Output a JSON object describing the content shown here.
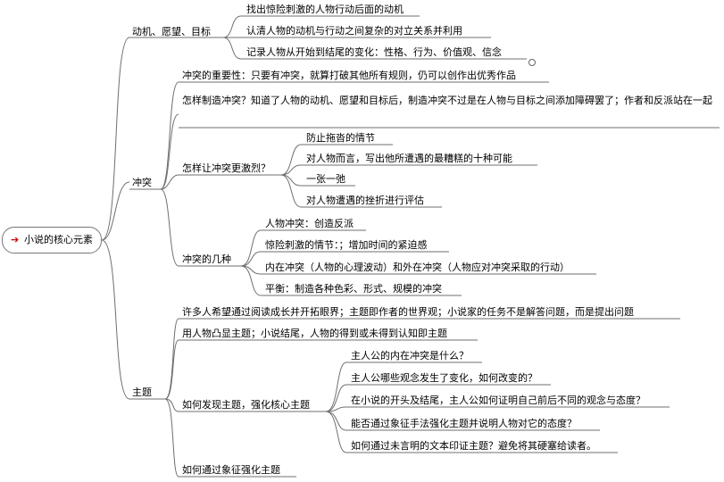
{
  "root": {
    "label": "小说的核心元素",
    "icon": "red-arrow-icon"
  },
  "branches": [
    {
      "label": "动机、愿望、目标",
      "children": [
        {
          "label": "找出惊险刺激的人物行动后面的动机"
        },
        {
          "label": "认清人物的动机与行动之间复杂的对立关系并利用"
        },
        {
          "label": "记录人物从开始到结尾的变化：性格、行为、价值观、信念"
        }
      ]
    },
    {
      "label": "冲突",
      "children": [
        {
          "label": "冲突的重要性：只要有冲突，就算打破其他所有规则，仍可以创作出优秀作品"
        },
        {
          "label": "怎样制造冲突？知道了人物的动机、愿望和目标后，制造冲突不过是在人物与目标之间添加障碍罢了；作者和反派站在一起"
        },
        {
          "label": "怎样让冲突更激烈？",
          "children": [
            {
              "label": "防止拖沓的情节"
            },
            {
              "label": "对人物而言，写出他所遭遇的最糟糕的十种可能"
            },
            {
              "label": "一张一弛"
            },
            {
              "label": "对人物遭遇的挫折进行评估"
            }
          ]
        },
        {
          "label": "冲突的几种",
          "children": [
            {
              "label": "人物冲突：创造反派"
            },
            {
              "label": "惊险刺激的情节：；增加时间的紧迫感"
            },
            {
              "label": "内在冲突（人物的心理波动）和外在冲突（人物应对冲突采取的行动）"
            },
            {
              "label": "平衡：制造各种色彩、形式、规模的冲突"
            }
          ]
        }
      ]
    },
    {
      "label": "主题",
      "children": [
        {
          "label": "许多人希望通过阅读成长并开拓眼界；主题即作者的世界观；小说家的任务不是解答问题，而是提出问题"
        },
        {
          "label": "用人物凸显主题；小说结尾，人物的得到或未得到认知即主题"
        },
        {
          "label": "如何发现主题，强化核心主题",
          "children": [
            {
              "label": "主人公的内在冲突是什么？"
            },
            {
              "label": "主人公哪些观念发生了变化，如何改变的？"
            },
            {
              "label": "在小说的开头及结尾，主人公如何证明自己前后不同的观念与态度？"
            },
            {
              "label": "能否通过象征手法强化主题并说明人物对它的态度？"
            },
            {
              "label": "如何通过未言明的文本印证主题？避免将其硬塞给读者。"
            }
          ]
        },
        {
          "label": "如何通过象征强化主题"
        }
      ]
    }
  ]
}
